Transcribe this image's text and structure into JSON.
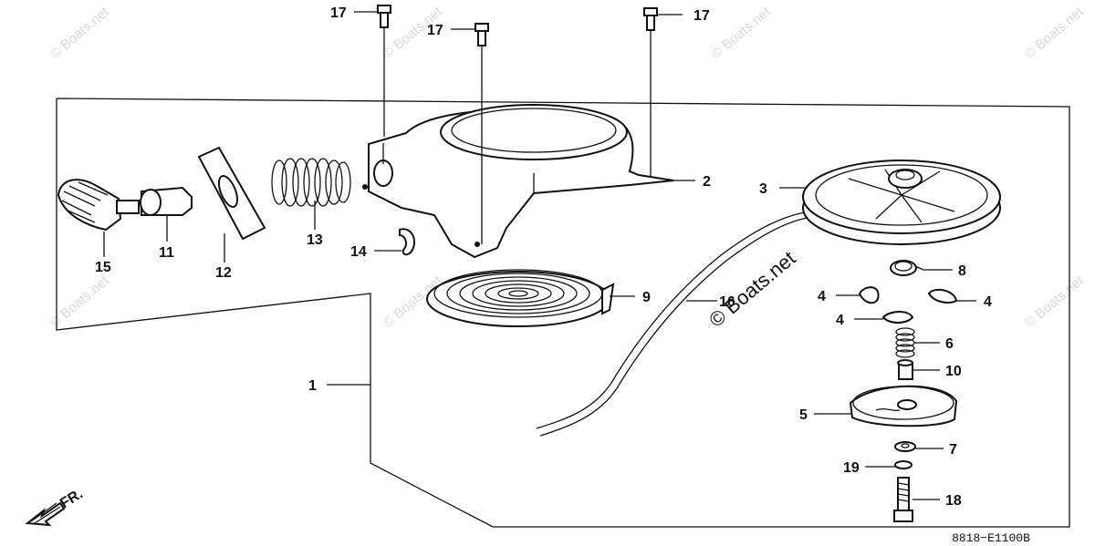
{
  "diagram": {
    "callouts": [
      {
        "id": "c17a",
        "label": "17"
      },
      {
        "id": "c17b",
        "label": "17"
      },
      {
        "id": "c17c",
        "label": "17"
      },
      {
        "id": "c2",
        "label": "2"
      },
      {
        "id": "c3",
        "label": "3"
      },
      {
        "id": "c15",
        "label": "15"
      },
      {
        "id": "c11",
        "label": "11"
      },
      {
        "id": "c12",
        "label": "12"
      },
      {
        "id": "c13",
        "label": "13"
      },
      {
        "id": "c14",
        "label": "14"
      },
      {
        "id": "c9",
        "label": "9"
      },
      {
        "id": "c16",
        "label": "16"
      },
      {
        "id": "c8",
        "label": "8"
      },
      {
        "id": "c4a",
        "label": "4"
      },
      {
        "id": "c4b",
        "label": "4"
      },
      {
        "id": "c4c",
        "label": "4"
      },
      {
        "id": "c6",
        "label": "6"
      },
      {
        "id": "c10",
        "label": "10"
      },
      {
        "id": "c1",
        "label": "1"
      },
      {
        "id": "c5",
        "label": "5"
      },
      {
        "id": "c7",
        "label": "7"
      },
      {
        "id": "c19",
        "label": "19"
      },
      {
        "id": "c18",
        "label": "18"
      }
    ],
    "direction_label": "FR.",
    "drawing_code": "8818−E1100B",
    "watermark": "© Boats.net"
  }
}
